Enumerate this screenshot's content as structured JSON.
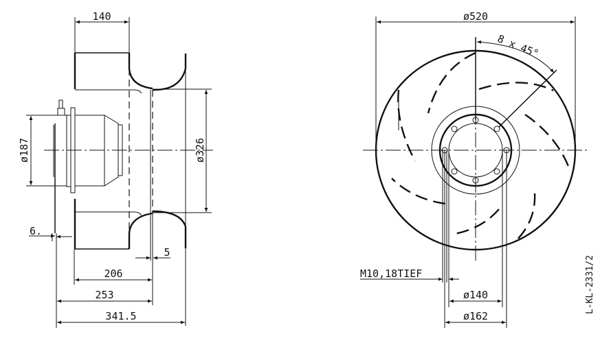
{
  "drawing": {
    "reference": "L-KL-2331/2",
    "side_view": {
      "dimensions": {
        "inlet_width": "140",
        "motor_diameter": "ø187",
        "inlet_diameter": "ø326",
        "flange_thickness": "6.",
        "gap": "5",
        "depth_206": "206",
        "depth_253": "253",
        "total_depth": "341.5"
      }
    },
    "front_view": {
      "dimensions": {
        "outer_diameter": "ø520",
        "hole_pattern": "8 x 45°",
        "thread": "M10,18TIEF",
        "hole_circle_140": "ø140",
        "hole_circle_162": "ø162"
      }
    }
  }
}
